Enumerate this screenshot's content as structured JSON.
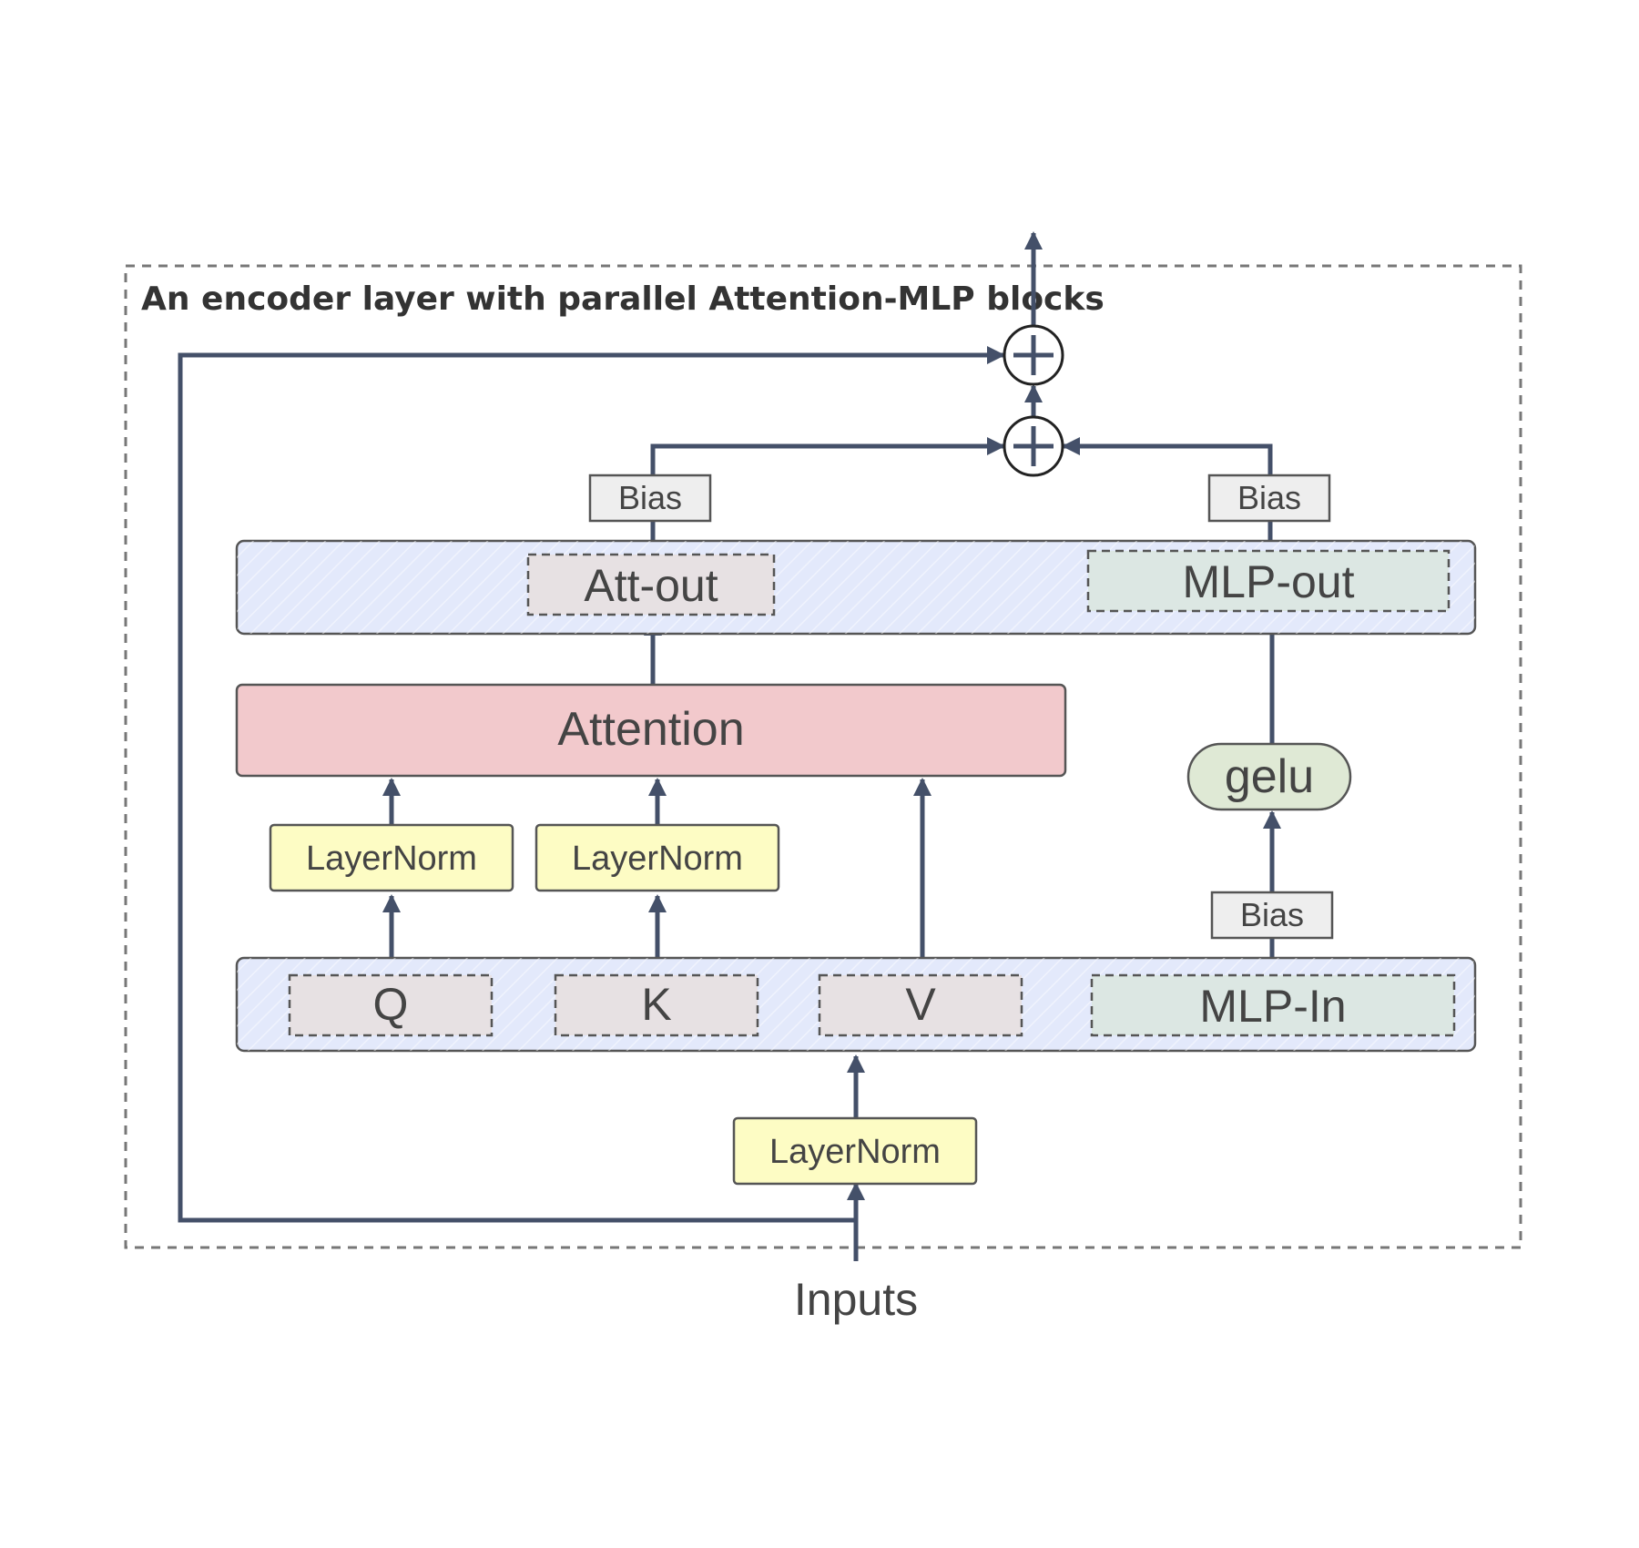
{
  "diagram": {
    "title": "An encoder layer with parallel Attention-MLP blocks",
    "input_label": "Inputs",
    "layernorm_bottom": "LayerNorm",
    "layernorm_q": "LayerNorm",
    "layernorm_k": "LayerNorm",
    "q_label": "Q",
    "k_label": "K",
    "v_label": "V",
    "mlp_in_label": "MLP-In",
    "attention_label": "Attention",
    "att_out_label": "Att-out",
    "mlp_out_label": "MLP-out",
    "gelu_label": "gelu",
    "bias_att": "Bias",
    "bias_mlp_out": "Bias",
    "bias_mlp_in": "Bias",
    "colors": {
      "wire": "#445069",
      "projection_band": "#e3e9fb",
      "attention": "#f2c9cc",
      "layernorm": "#fdfcc4",
      "gelu": "#dfe9d5",
      "bias": "#eeeeee",
      "qkv_box": "#e7e1e3",
      "mlp_box": "#dce7e3"
    }
  }
}
